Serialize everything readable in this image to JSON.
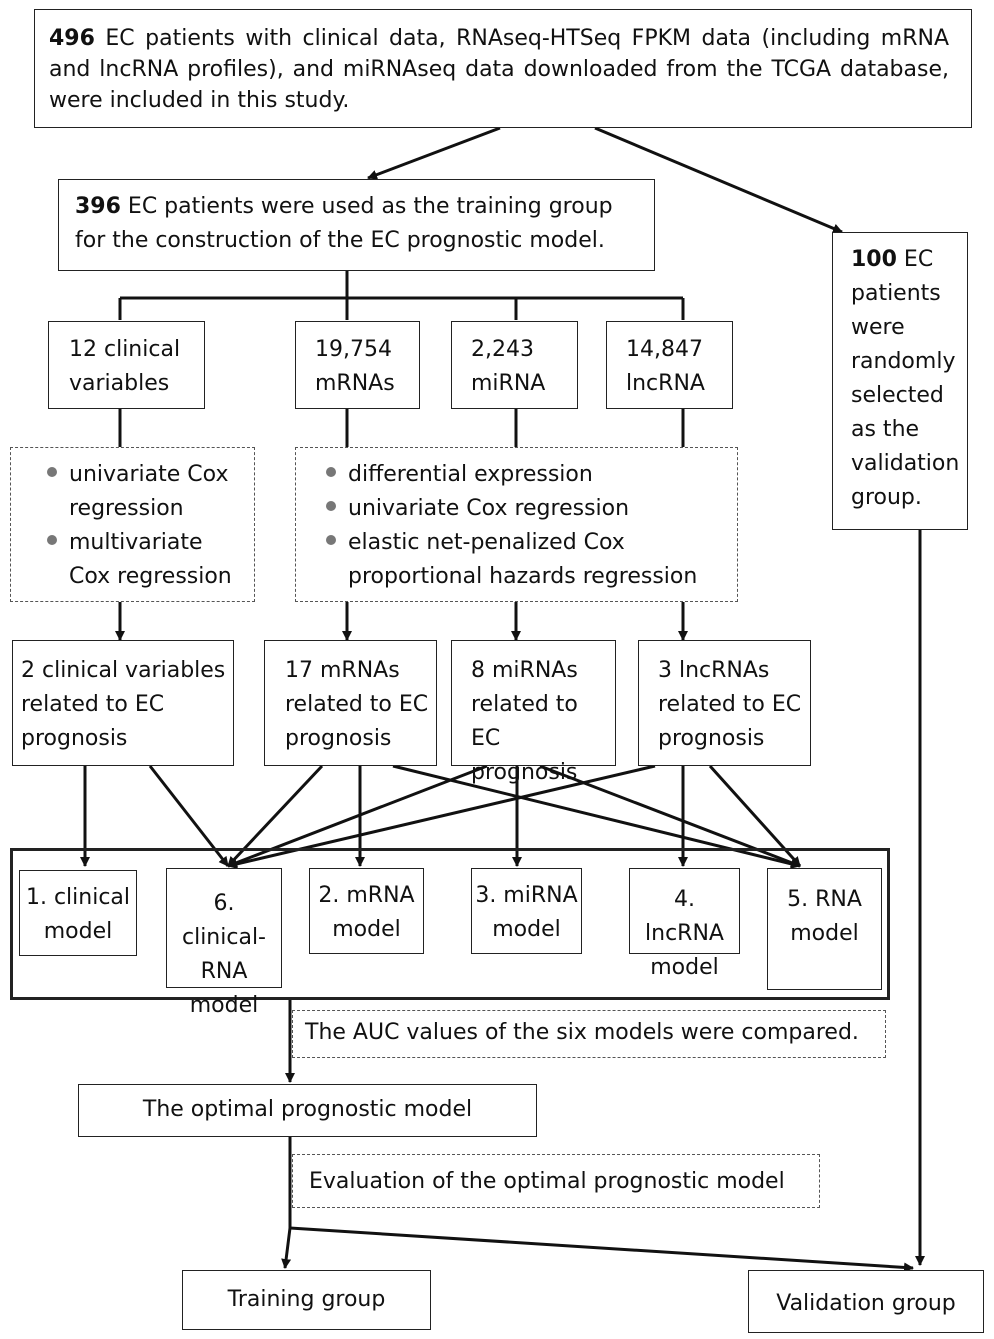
{
  "source": {
    "count": "496",
    "text": " EC patients with clinical data, RNAseq-HTSeq FPKM data (including mRNA and lncRNA profiles), and miRNAseq data downloaded from the TCGA database, were included in this study."
  },
  "training_cohort": {
    "count": "396",
    "text": " EC patients were used as the training group for the construction of the EC prognostic model."
  },
  "validation_cohort": {
    "count": "100",
    "text": " EC patients were randomly selected as the validation group."
  },
  "features": [
    {
      "text": "12 clinical variables"
    },
    {
      "text": "19,754 mRNAs"
    },
    {
      "text": "2,243 miRNA"
    },
    {
      "text": "14,847 lncRNA"
    }
  ],
  "clinical_methods": [
    "univariate Cox regression",
    "multivariate Cox regression"
  ],
  "rna_methods": [
    "differential expression",
    "univariate Cox regression",
    "elastic net-penalized Cox proportional hazards regression"
  ],
  "selected": [
    {
      "text": "2 clinical variables related to EC prognosis"
    },
    {
      "text": "17 mRNAs related to EC prognosis"
    },
    {
      "text": "8 miRNAs related to EC prognosis"
    },
    {
      "text": "3 lncRNAs related to EC prognosis"
    }
  ],
  "models": [
    {
      "text": "1. clinical model"
    },
    {
      "text": "6. clinical-RNA model"
    },
    {
      "text": "2. mRNA model"
    },
    {
      "text": "3. miRNA model"
    },
    {
      "text": "4. lncRNA model"
    },
    {
      "text": "5. RNA model"
    }
  ],
  "auc_note": "The AUC values of the six models were compared.",
  "optimal_model": "The optimal prognostic model",
  "evaluation_note": "Evaluation of the optimal prognostic model",
  "outcomes": {
    "training": "Training group",
    "validation": "Validation group"
  }
}
